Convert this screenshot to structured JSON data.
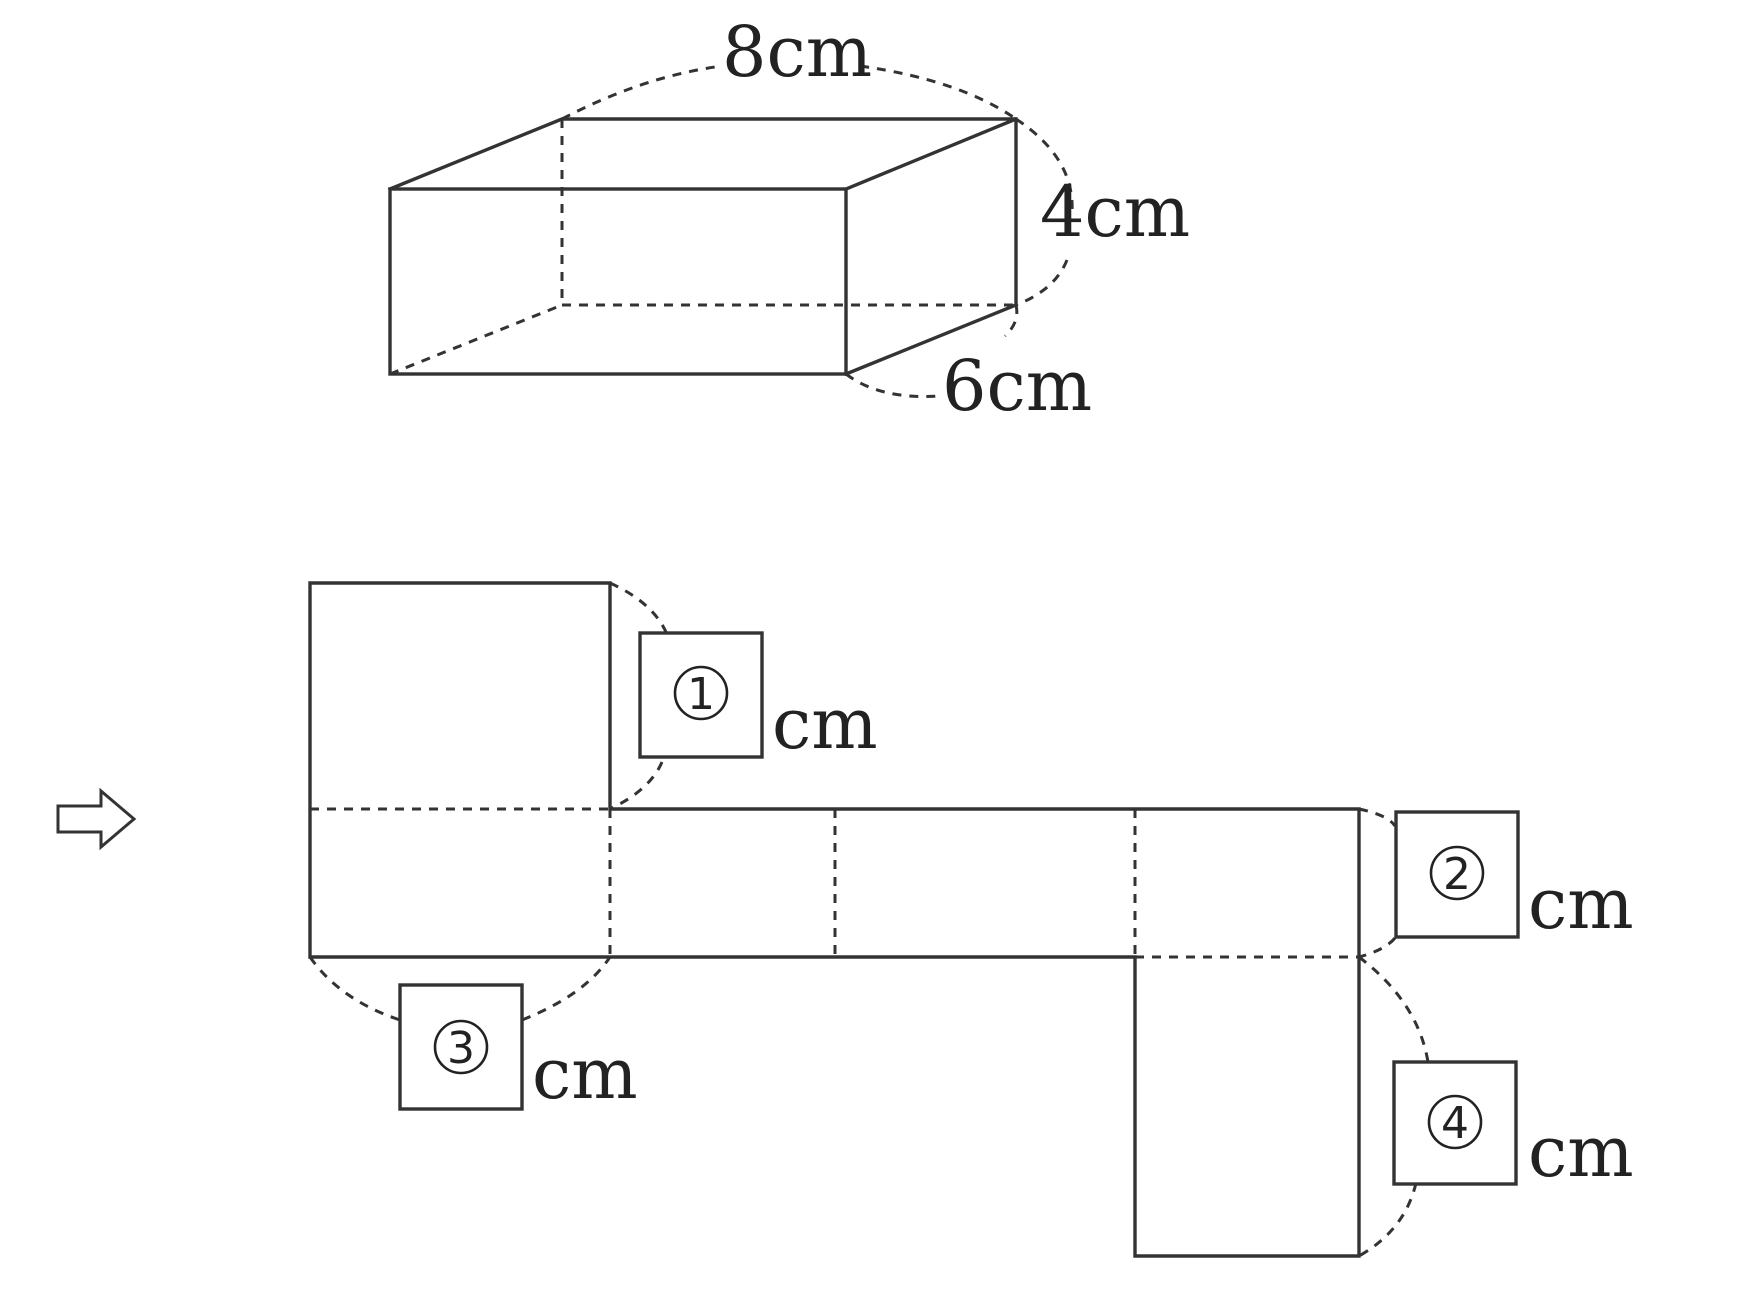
{
  "prism": {
    "length_label": "8cm",
    "height_label": "4cm",
    "width_label": "6cm"
  },
  "net": {
    "blanks": [
      {
        "number": "1",
        "unit": "cm"
      },
      {
        "number": "2",
        "unit": "cm"
      },
      {
        "number": "3",
        "unit": "cm"
      },
      {
        "number": "4",
        "unit": "cm"
      }
    ]
  },
  "icons": {
    "arrow": "right-arrow-icon"
  }
}
